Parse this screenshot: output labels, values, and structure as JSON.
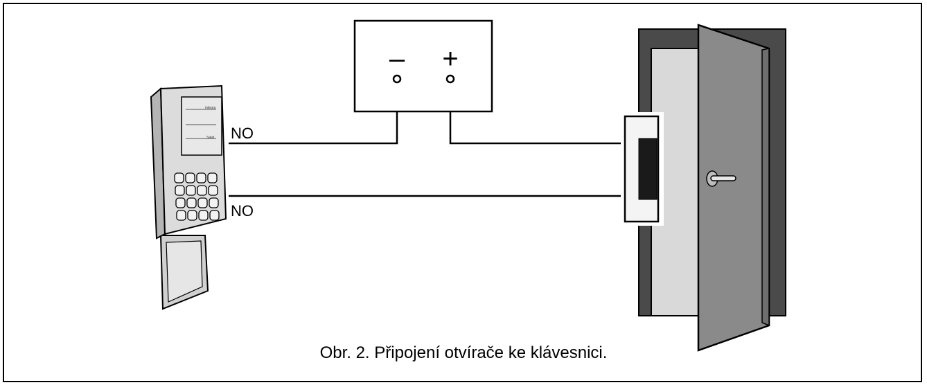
{
  "power_supply": {
    "minus_label": "–",
    "plus_label": "+"
  },
  "keypad": {
    "output_label_top": "NO",
    "output_label_bottom": "NO",
    "brand_integra": "integra",
    "brand_satel": "Satel"
  },
  "caption": "Obr. 2. Připojení otvírače ke klávesnici.",
  "colors": {
    "line": "#000000",
    "door_frame": "#4a4a4a",
    "door_leaf": "#8a8a8a",
    "door_opening": "#d9d9d9",
    "keypad_body": "#dcdcdc"
  }
}
